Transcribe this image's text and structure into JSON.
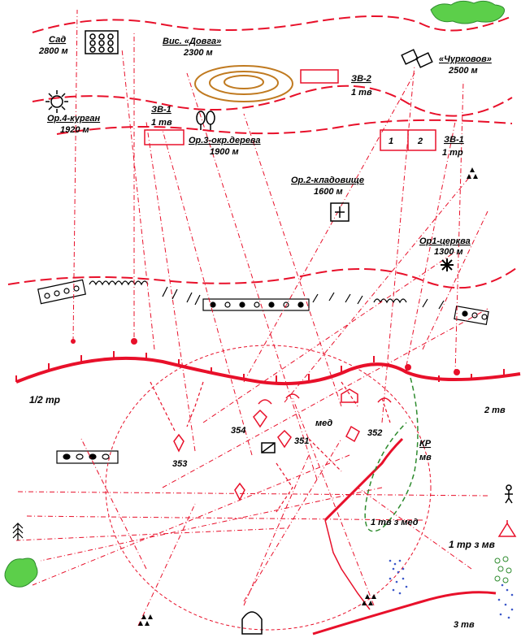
{
  "map": {
    "colors": {
      "red": "#e8102a",
      "dark_red": "#cc0000",
      "brown": "#c07a20",
      "green": "#2e8b2e",
      "light_green": "#5ccf4a",
      "blue_dots": "#3b57c9",
      "black": "#000000"
    },
    "landmarks": {
      "orchard": {
        "name": "Сад",
        "range": "2800 м",
        "icon": "orchard-grid-icon"
      },
      "height_dovga": {
        "name": "Вис. «Довга»",
        "range": "2300 м",
        "icon": "hill-contour-icon"
      },
      "khurkovo": {
        "name": "«Чурковов»",
        "range": "2500 м",
        "icon": "building-icon"
      },
      "or4": {
        "name": "Ор.4-курган",
        "range": "1920 м",
        "icon": "mound-sun-icon"
      },
      "or3": {
        "name": "Ор.3-окр.дерева",
        "range": "1900 м",
        "icon": "trees-icon"
      },
      "or2": {
        "name": "Ор.2-кладовище",
        "range": "1600 м",
        "icon": "cemetery-cross-icon"
      },
      "or1": {
        "name": "Ор1-церква",
        "range": "1300 м",
        "icon": "church-icon"
      }
    },
    "enemy": {
      "zv2": {
        "name": "ЗВ-2",
        "unit": "1 тв"
      },
      "zv1_left": {
        "name": "ЗВ-1",
        "unit": "1 тв"
      },
      "zv1_right": {
        "name": "ЗВ-1",
        "unit": "1 тр",
        "cells": [
          "1",
          "2"
        ]
      }
    },
    "friendly": {
      "half_platoon": "1/2 тр",
      "company2": "2 тв",
      "company3": "3 тв",
      "positions": [
        "354",
        "351",
        "352",
        "353"
      ],
      "medic": "мед",
      "kp": {
        "name": "КР",
        "sub": "мв"
      },
      "tank_med": "1 тв з мед",
      "tr_mv": "1 тр з мв"
    }
  }
}
